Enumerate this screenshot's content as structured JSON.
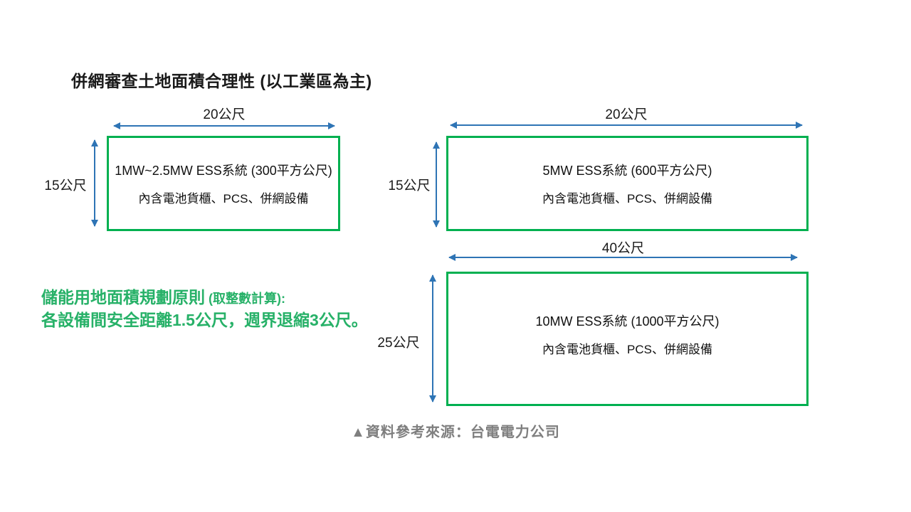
{
  "title": "併網審查土地面積合理性 (以工業區為主)",
  "colors": {
    "box_border_green": "#00B050",
    "arrow_blue": "#2E74B5",
    "note_green": "#27B168",
    "caption_gray": "#7F7F7F",
    "text_black": "#1A1A1A"
  },
  "boxes": [
    {
      "name": "ess-1mw-2.5mw",
      "width_label": "20公尺",
      "height_label": "15公尺",
      "title": "1MW~2.5MW ESS系統 (300平方公尺)",
      "subtitle": "內含電池貨櫃、PCS、併網設備"
    },
    {
      "name": "ess-5mw",
      "width_label": "20公尺",
      "height_label": "15公尺",
      "title": "5MW ESS系統 (600平方公尺)",
      "subtitle": "內含電池貨櫃、PCS、併網設備"
    },
    {
      "name": "ess-10mw",
      "width_label": "40公尺",
      "height_label": "25公尺",
      "title": "10MW ESS系統 (1000平方公尺)",
      "subtitle": "內含電池貨櫃、PCS、併網設備"
    }
  ],
  "note": {
    "heading": "儲能用地面積規劃原則",
    "heading_suffix": " (取整數計算):",
    "body": "各設備間安全距離1.5公尺，週界退縮3公尺。"
  },
  "caption": "▲資料參考來源：台電電力公司"
}
